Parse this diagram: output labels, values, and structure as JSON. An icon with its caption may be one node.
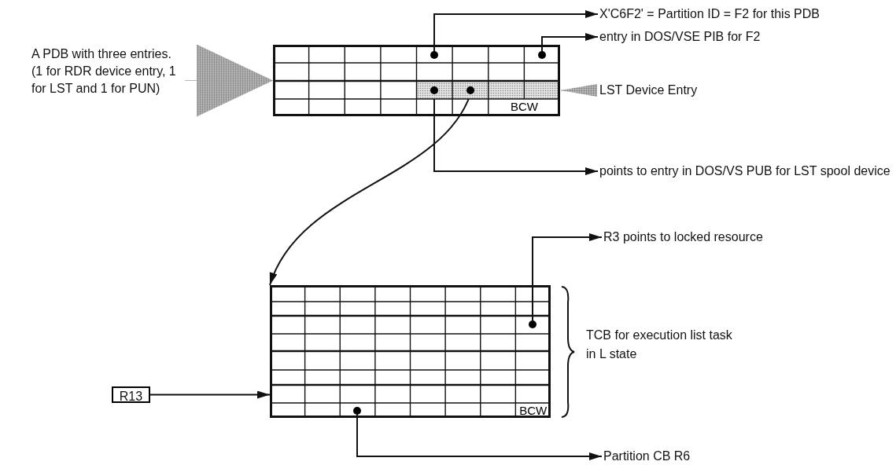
{
  "diagram": {
    "nodes": [
      {
        "text": [
          "A PDB with three entries. (1 for RDR device entry, 1 for LST and 1 for PUN)"
        ]
      },
      {
        "text": [
          "BCW"
        ]
      },
      {
        "text": [],
        "shape": "circle",
        "in": 1
      },
      {
        "text": [],
        "shape": "circle",
        "in": 1
      },
      {
        "text": [],
        "shape": "circle",
        "in": 1
      },
      {
        "text": [],
        "shape": "circle",
        "in": 1
      },
      {
        "text": [
          "X'C6F2' = Partition ID = F2 for this PDB"
        ]
      },
      {
        "text": [
          "entry in DOS/VSE PIB for F2"
        ]
      },
      {
        "text": [
          "LST Device Entry"
        ]
      },
      {
        "text": [
          "points to entry in DOS/VS PUB for LST spool device"
        ]
      },
      {
        "text": [
          "R3 points to locked resource"
        ]
      },
      {
        "text": [
          "BCW"
        ],
        "beside": [
          "TCB for execution list task in L state"
        ]
      },
      {
        "text": [],
        "shape": "circle",
        "in": 11
      },
      {
        "text": [],
        "shape": "circle",
        "in": 11
      },
      {
        "text": [
          "R13"
        ]
      },
      {
        "text": [
          "Partition CB R6"
        ]
      }
    ],
    "edges": [
      {
        "from": 0,
        "to": 1,
        "arrow": "to",
        "color": "#b8b8b8"
      },
      {
        "from": 2,
        "to": 6,
        "arrow": "to"
      },
      {
        "from": 3,
        "to": 7,
        "arrow": "to"
      },
      {
        "from": 8,
        "to": 1,
        "arrow": "to",
        "color": "#b8b8b8"
      },
      {
        "from": 4,
        "to": 9,
        "arrow": "to"
      },
      {
        "from": 5,
        "to": 11,
        "arrow": "to"
      },
      {
        "from": 12,
        "to": 10,
        "arrow": "to"
      },
      {
        "from": 13,
        "to": 15,
        "arrow": "to"
      },
      {
        "from": 14,
        "to": 11,
        "arrow": "to"
      }
    ]
  }
}
